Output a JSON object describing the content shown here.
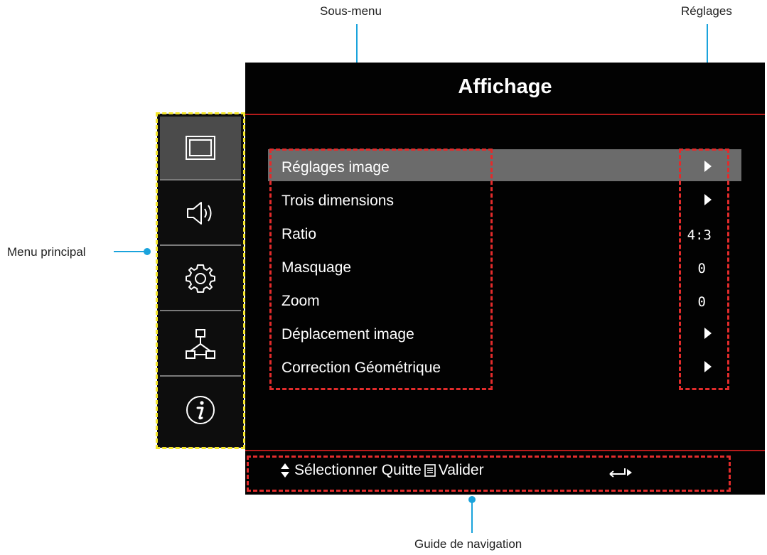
{
  "callouts": {
    "sous_menu": "Sous-menu",
    "reglages": "Réglages",
    "menu_principal": "Menu principal",
    "guide_navigation": "Guide de navigation"
  },
  "osd": {
    "title": "Affichage",
    "main_menu": [
      {
        "icon": "display-icon",
        "active": true
      },
      {
        "icon": "speaker-icon",
        "active": false
      },
      {
        "icon": "gear-icon",
        "active": false
      },
      {
        "icon": "network-icon",
        "active": false
      },
      {
        "icon": "info-icon",
        "active": false
      }
    ],
    "submenu": [
      {
        "label": "Réglages image",
        "value": "",
        "has_arrow": true,
        "selected": true
      },
      {
        "label": "Trois dimensions",
        "value": "",
        "has_arrow": true
      },
      {
        "label": "Ratio",
        "value": "4:3",
        "has_arrow": false
      },
      {
        "label": "Masquage",
        "value": "0",
        "has_arrow": false
      },
      {
        "label": "Zoom",
        "value": "0",
        "has_arrow": false
      },
      {
        "label": "Déplacement image",
        "value": "",
        "has_arrow": true
      },
      {
        "label": "Correction Géométrique",
        "value": "",
        "has_arrow": true
      }
    ],
    "nav": {
      "select": "Sélectionner",
      "quit": "Quitte",
      "validate": "Valider"
    }
  },
  "colors": {
    "osd_bg": "#020202",
    "accent_red": "#b51b1b",
    "callout_blue": "#1aa3dc",
    "main_menu_outline": "#f3e52c",
    "selection_bar": "#6b6b6b"
  }
}
